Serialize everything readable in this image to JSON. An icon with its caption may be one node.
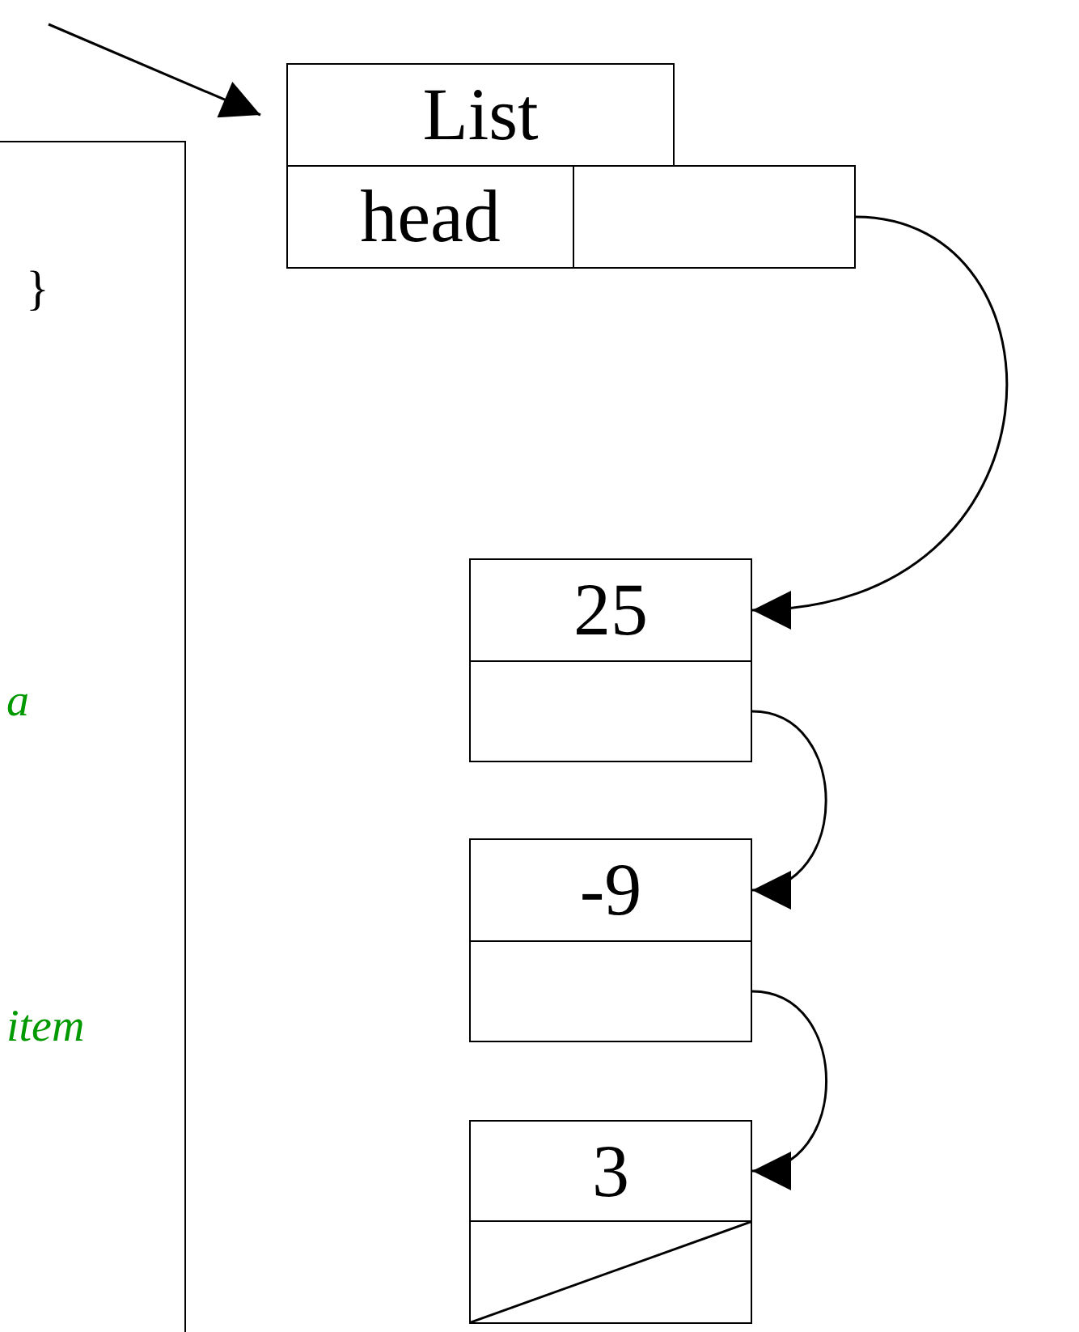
{
  "diagram": {
    "nodes": [
      {
        "text": [
          "List"
        ]
      },
      {
        "text": [
          "head"
        ]
      },
      {
        "text": [],
        "shape": "box"
      },
      {
        "text": [
          "}",
          "a",
          "item"
        ]
      },
      {
        "text": [
          "25"
        ]
      },
      {
        "text": [],
        "shape": "box"
      },
      {
        "text": [
          "-9"
        ]
      },
      {
        "text": [],
        "shape": "box"
      },
      {
        "text": [
          "3"
        ]
      },
      {
        "text": [],
        "shape": "crossed-box"
      }
    ],
    "edges": [
      {
        "from": null,
        "to": 0,
        "arrow": "to"
      },
      {
        "from": 2,
        "to": 4,
        "arrow": "to"
      },
      {
        "from": 5,
        "to": 6,
        "arrow": "to"
      },
      {
        "from": 7,
        "to": 8,
        "arrow": "to"
      }
    ]
  }
}
